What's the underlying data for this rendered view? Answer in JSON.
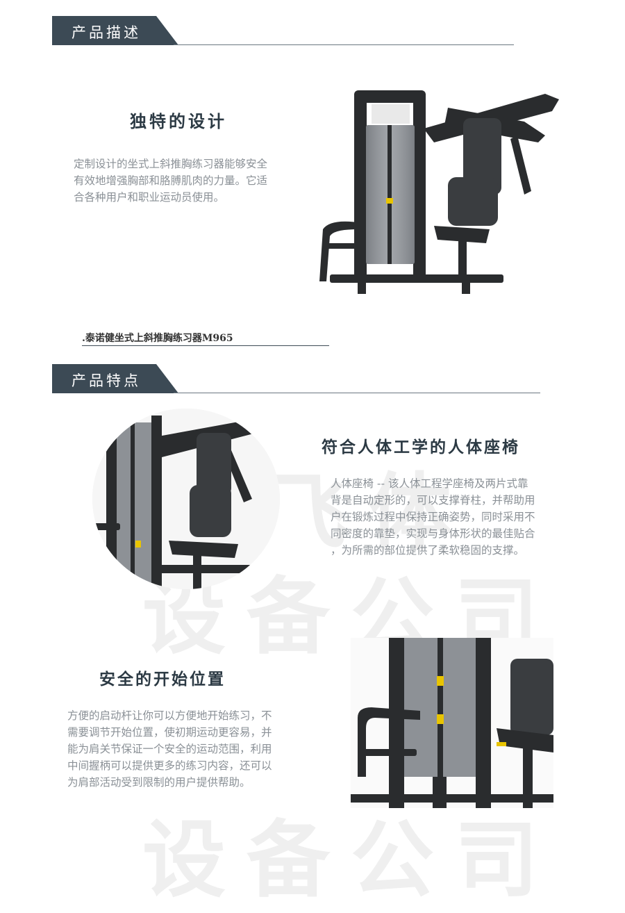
{
  "section1": {
    "banner": "产品描述",
    "heading": "独特的设计",
    "body_lines": [
      "定制设计的坐式上斜推胸练习器能够安全",
      "有效地增强胸部和胳膊肌肉的力量。它适",
      "合各种用户和职业运动员使用。"
    ],
    "caption": ".泰诺健坐式上斜推胸练习器M965"
  },
  "section2": {
    "banner": "产品特点",
    "feature1": {
      "heading": "符合人体工学的人体座椅",
      "body_lines": [
        "人体座椅 -- 该人体工程学座椅及两片式靠",
        "背是自动定形的，可以支撑脊柱，并帮助用",
        "户在锻炼过程中保持正确姿势，同时采用不",
        "同密度的靠垫，实现与身体形状的最佳贴合",
        "，为所需的部位提供了柔软稳固的支撑。"
      ]
    },
    "feature2": {
      "heading": "安全的开始位置",
      "body_lines": [
        "方便的启动杆让你可以方便地开始练习，不",
        "需要调节开始位置，使初期运动更容易，并",
        "能为肩关节保证一个安全的运动范围，利用",
        "中间握柄可以提供更多的练习内容，还可以",
        "为肩部活动受到限制的用户提供帮助。"
      ]
    }
  },
  "watermark": {
    "line1": "英飞体",
    "line2": "设备公司"
  },
  "colors": {
    "banner_bg": "#3c4a55",
    "heading": "#2c3a44",
    "body": "#8a9096",
    "machine": "#2a2c2e",
    "pad": "#3a3d40",
    "accent_yellow": "#e8c400"
  }
}
